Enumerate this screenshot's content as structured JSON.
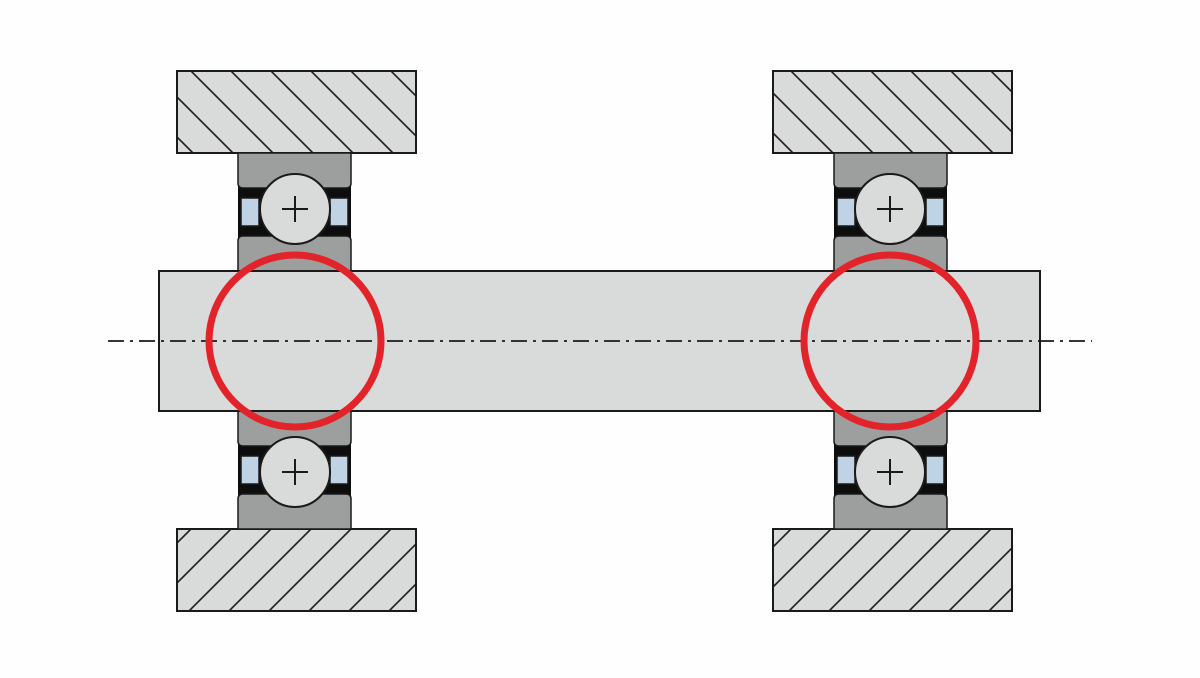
{
  "diagram": {
    "type": "bearing-arrangement-cross-section",
    "bearings": [
      {
        "side": "left",
        "highlighted": true
      },
      {
        "side": "right",
        "highlighted": true
      }
    ],
    "colors": {
      "background": "#fefefe",
      "housing_fill": "#d9dada",
      "shaft_fill": "#d9dada",
      "ring_fill": "#9d9e9e",
      "seal_fill": "#bfd3e4",
      "ball_fill": "#d9dada",
      "outline": "#1a1a1a",
      "highlight": "#e3232a"
    }
  }
}
